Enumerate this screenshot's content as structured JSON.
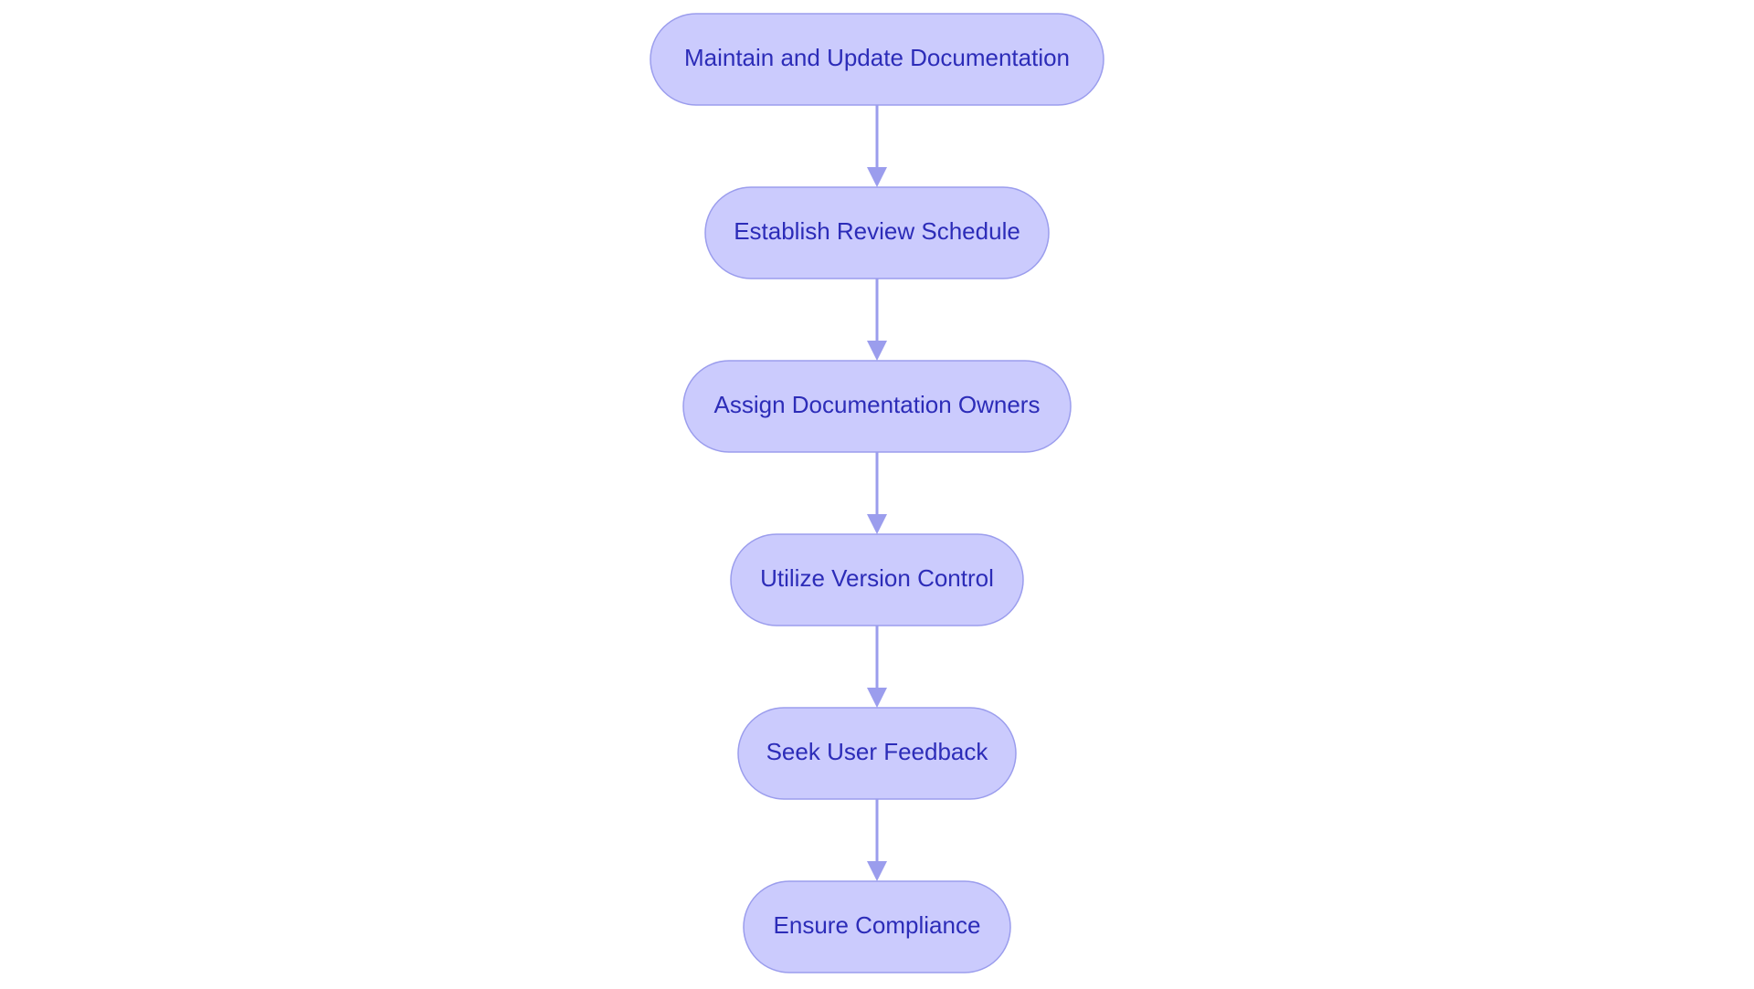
{
  "diagram": {
    "type": "flowchart",
    "direction": "top-to-bottom",
    "colors": {
      "node_fill": "#cbcbfd",
      "node_border": "#9b9ded",
      "node_text": "#2c2cb8",
      "edge": "#9b9ded",
      "background": "#ffffff"
    },
    "nodes": [
      {
        "id": "n1",
        "label": "Maintain and Update Documentation"
      },
      {
        "id": "n2",
        "label": "Establish Review Schedule"
      },
      {
        "id": "n3",
        "label": "Assign Documentation Owners"
      },
      {
        "id": "n4",
        "label": "Utilize Version Control"
      },
      {
        "id": "n5",
        "label": "Seek User Feedback"
      },
      {
        "id": "n6",
        "label": "Ensure Compliance"
      }
    ],
    "edges": [
      {
        "from": "n1",
        "to": "n2"
      },
      {
        "from": "n2",
        "to": "n3"
      },
      {
        "from": "n3",
        "to": "n4"
      },
      {
        "from": "n4",
        "to": "n5"
      },
      {
        "from": "n5",
        "to": "n6"
      }
    ]
  }
}
